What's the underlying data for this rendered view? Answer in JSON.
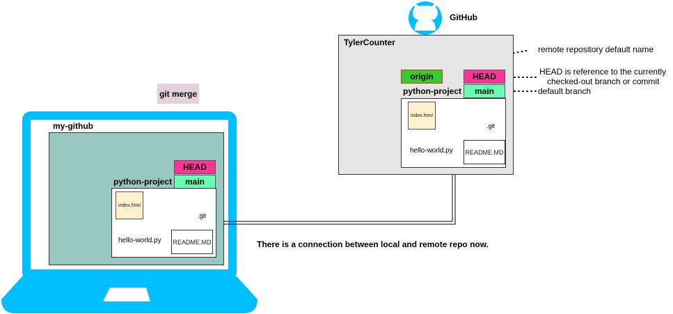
{
  "remote": {
    "brand": "GitHub",
    "user": "TylerCounter",
    "origin_label": "origin",
    "head_label": "HEAD",
    "branch_label": "main",
    "project_label": "python-project",
    "files": {
      "index": "index.html",
      "hello": "hello-world.py",
      "readme": "README.MD",
      "git": ".git"
    }
  },
  "local": {
    "screen_title": "my-github",
    "head_label": "HEAD",
    "branch_label": "main",
    "project_label": "python-project",
    "files": {
      "index": "index.html",
      "hello": "hello-world.py",
      "readme": "README.MD",
      "git": ".git"
    }
  },
  "merge_label": "git merge",
  "annotations": {
    "remote_name": "remote repository default name",
    "head_line1": "HEAD is reference to the currently",
    "head_line2": "checked-out branch or commit",
    "default_branch": "default branch"
  },
  "connection_note": "There is a connection between local and remote repo now.",
  "colors": {
    "laptop": "#00bfff",
    "origin": "#33cc33",
    "head": "#ff3399",
    "branch": "#66ffb3",
    "git_db": "#ff4da6",
    "merge_bg": "#e6d0de",
    "remote_bg": "#e6e6e6",
    "local_bg": "#9ac7bf"
  }
}
